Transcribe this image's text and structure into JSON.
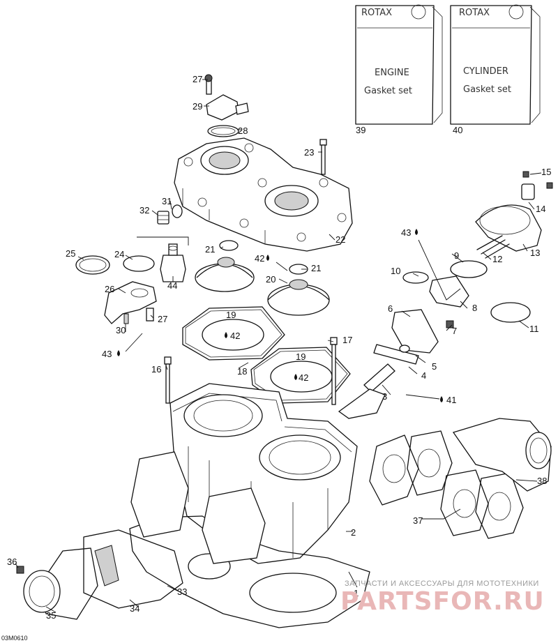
{
  "diagram": {
    "code": "03M0610",
    "kits": [
      {
        "brand": "ROTAX",
        "line1": "ENGINE",
        "line2": "Gasket set",
        "number": "39"
      },
      {
        "brand": "ROTAX",
        "line1": "CYLINDER",
        "line2": "Gasket set",
        "number": "40"
      }
    ],
    "labels": {
      "p1": "1",
      "p2": "2",
      "p3": "3",
      "p4": "4",
      "p5": "5",
      "p6": "6",
      "p7": "7",
      "p8": "8",
      "p9": "9",
      "p10": "10",
      "p11": "11",
      "p12": "12",
      "p13": "13",
      "p14": "14",
      "p15": "15",
      "p16": "16",
      "p17": "17",
      "p18": "18",
      "p19a": "19",
      "p19b": "19",
      "p20": "20",
      "p21a": "21",
      "p21b": "21",
      "p22": "22",
      "p23": "23",
      "p24": "24",
      "p25": "25",
      "p26": "26",
      "p27a": "27",
      "p27b": "27",
      "p28": "28",
      "p29": "29",
      "p30": "30",
      "p31": "31",
      "p32": "32",
      "p33": "33",
      "p34": "34",
      "p35": "35",
      "p36": "36",
      "p37": "37",
      "p38": "38",
      "p41": "41",
      "p42a": "42",
      "p42b": "42",
      "p42c": "42",
      "p43a": "43",
      "p43b": "43",
      "p44": "44"
    }
  },
  "watermark": {
    "line1": "ЗАПЧАСТИ И АКСЕССУАРЫ ДЛЯ МОТОТЕХНИКИ",
    "line2": "PARTSFOR.RU"
  },
  "colors": {
    "ink": "#111111",
    "watermark_red": "#e9b7b7",
    "watermark_gray": "#9a9a9a"
  }
}
